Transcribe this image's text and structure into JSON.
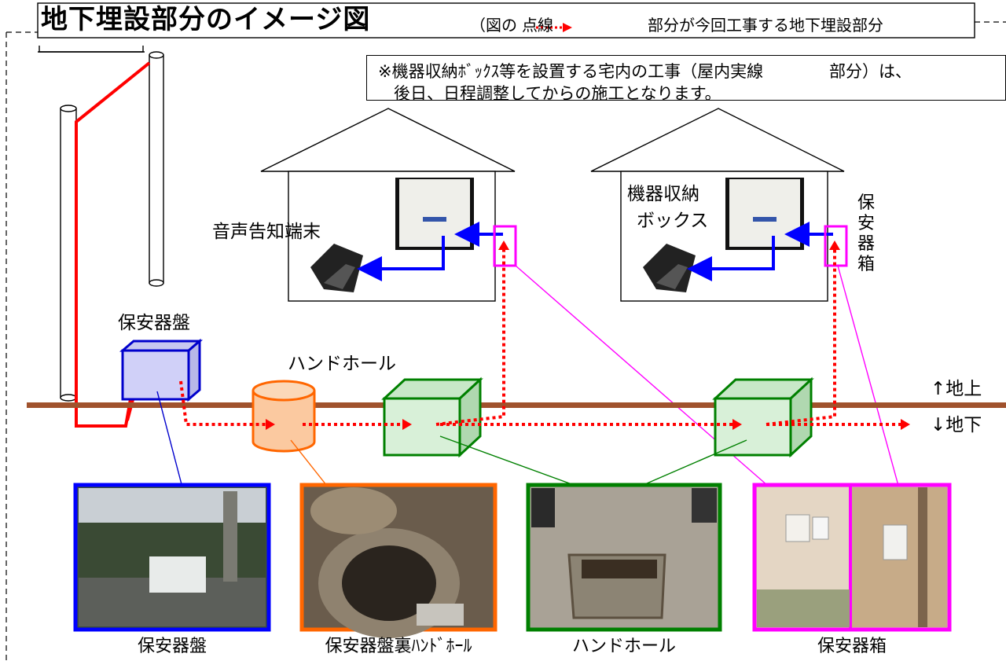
{
  "title": {
    "main": "地下埋設部分のイメージ図",
    "note_left": "（図の",
    "note_mid": "点線",
    "note_right": "部分が今回工事する地下埋設部分"
  },
  "notice": {
    "line1_a": "※機器収納ﾎﾞｯｸｽ等を設置する宅内の工事（屋内実線",
    "line1_b": "部分）は、",
    "line2": "後日、日程調整してからの施工となります。"
  },
  "labels": {
    "terminal": "音声告知端末",
    "box_line1": "機器収納",
    "box_line2": "ボックス",
    "protector_box_vertical": [
      "保",
      "安",
      "器",
      "箱"
    ],
    "protector_panel": "保安器盤",
    "handhole": "ハンドホール",
    "above_ground": "↑地上",
    "below_ground": "↓地下"
  },
  "captions": {
    "panel": "保安器盤",
    "panel_handhole": "保安器盤裏ﾊﾝﾄﾞﾎｰﾙ",
    "handhole": "ハンドホール",
    "protector_box": "保安器箱"
  },
  "colors": {
    "red": "#ff0000",
    "blue": "#0000ff",
    "magenta": "#ff00ff",
    "green": "#008000",
    "orange": "#ff6600",
    "ground": "#a0522d",
    "blue_frame": "#0000cc"
  }
}
